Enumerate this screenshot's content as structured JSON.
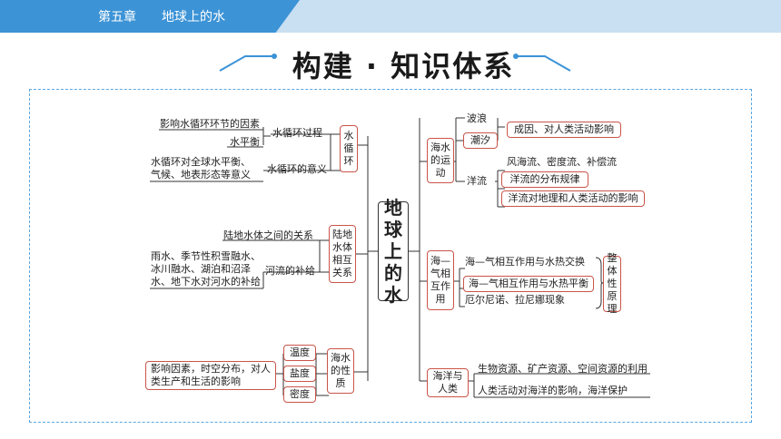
{
  "header": {
    "chapter_num": "第五章",
    "chapter_title": "地球上的水"
  },
  "title": "构建 · 知识体系",
  "center": "地\n球\n上\n的\n水",
  "left": {
    "cycle": {
      "label": "水\n循\n环",
      "items": [
        {
          "mid": "水循环过程",
          "leaves": [
            "影响水循环环节的因素",
            "水平衡"
          ]
        },
        {
          "mid": "水循环的意义",
          "leaves": [
            "水循环对全球水平衡、\n气候、地表形态等意义"
          ]
        }
      ]
    },
    "land": {
      "label": "陆地\n水体\n相互\n关系",
      "items": [
        "陆地水体之间的关系",
        "河流的补给"
      ],
      "leaf": "雨水、季节性积雪融水、\n冰川融水、湖泊和沼泽\n水、地下水对河水的补给"
    },
    "props": {
      "label": "海水\n的性\n质",
      "items": [
        "温度",
        "盐度",
        "密度"
      ],
      "leaf": "影响因素，时空分布，对人\n类生产和生活的影响"
    }
  },
  "right": {
    "motion": {
      "label": "海水\n的运\n动",
      "items": [
        "波浪",
        "潮汐",
        "洋流"
      ],
      "wave_tide_leaf": "成因、对人类活动影响",
      "current_leaves": [
        "风海流、密度流、补偿流",
        "洋流的分布规律",
        "洋流对地理和人类活动的影响"
      ]
    },
    "sea_air": {
      "label": "海—\n气相\n互作\n用",
      "items": [
        "海—气相互作用与水热交换",
        "海—气相互作用与水热平衡",
        "厄尔尼诺、拉尼娜现象"
      ],
      "whole": "整\n体\n性\n原\n理"
    },
    "ocean_human": {
      "label": "海洋与\n人类",
      "items": [
        "生物资源、矿产资源、空间资源的利用",
        "人类活动对海洋的影响，海洋保护"
      ]
    }
  }
}
